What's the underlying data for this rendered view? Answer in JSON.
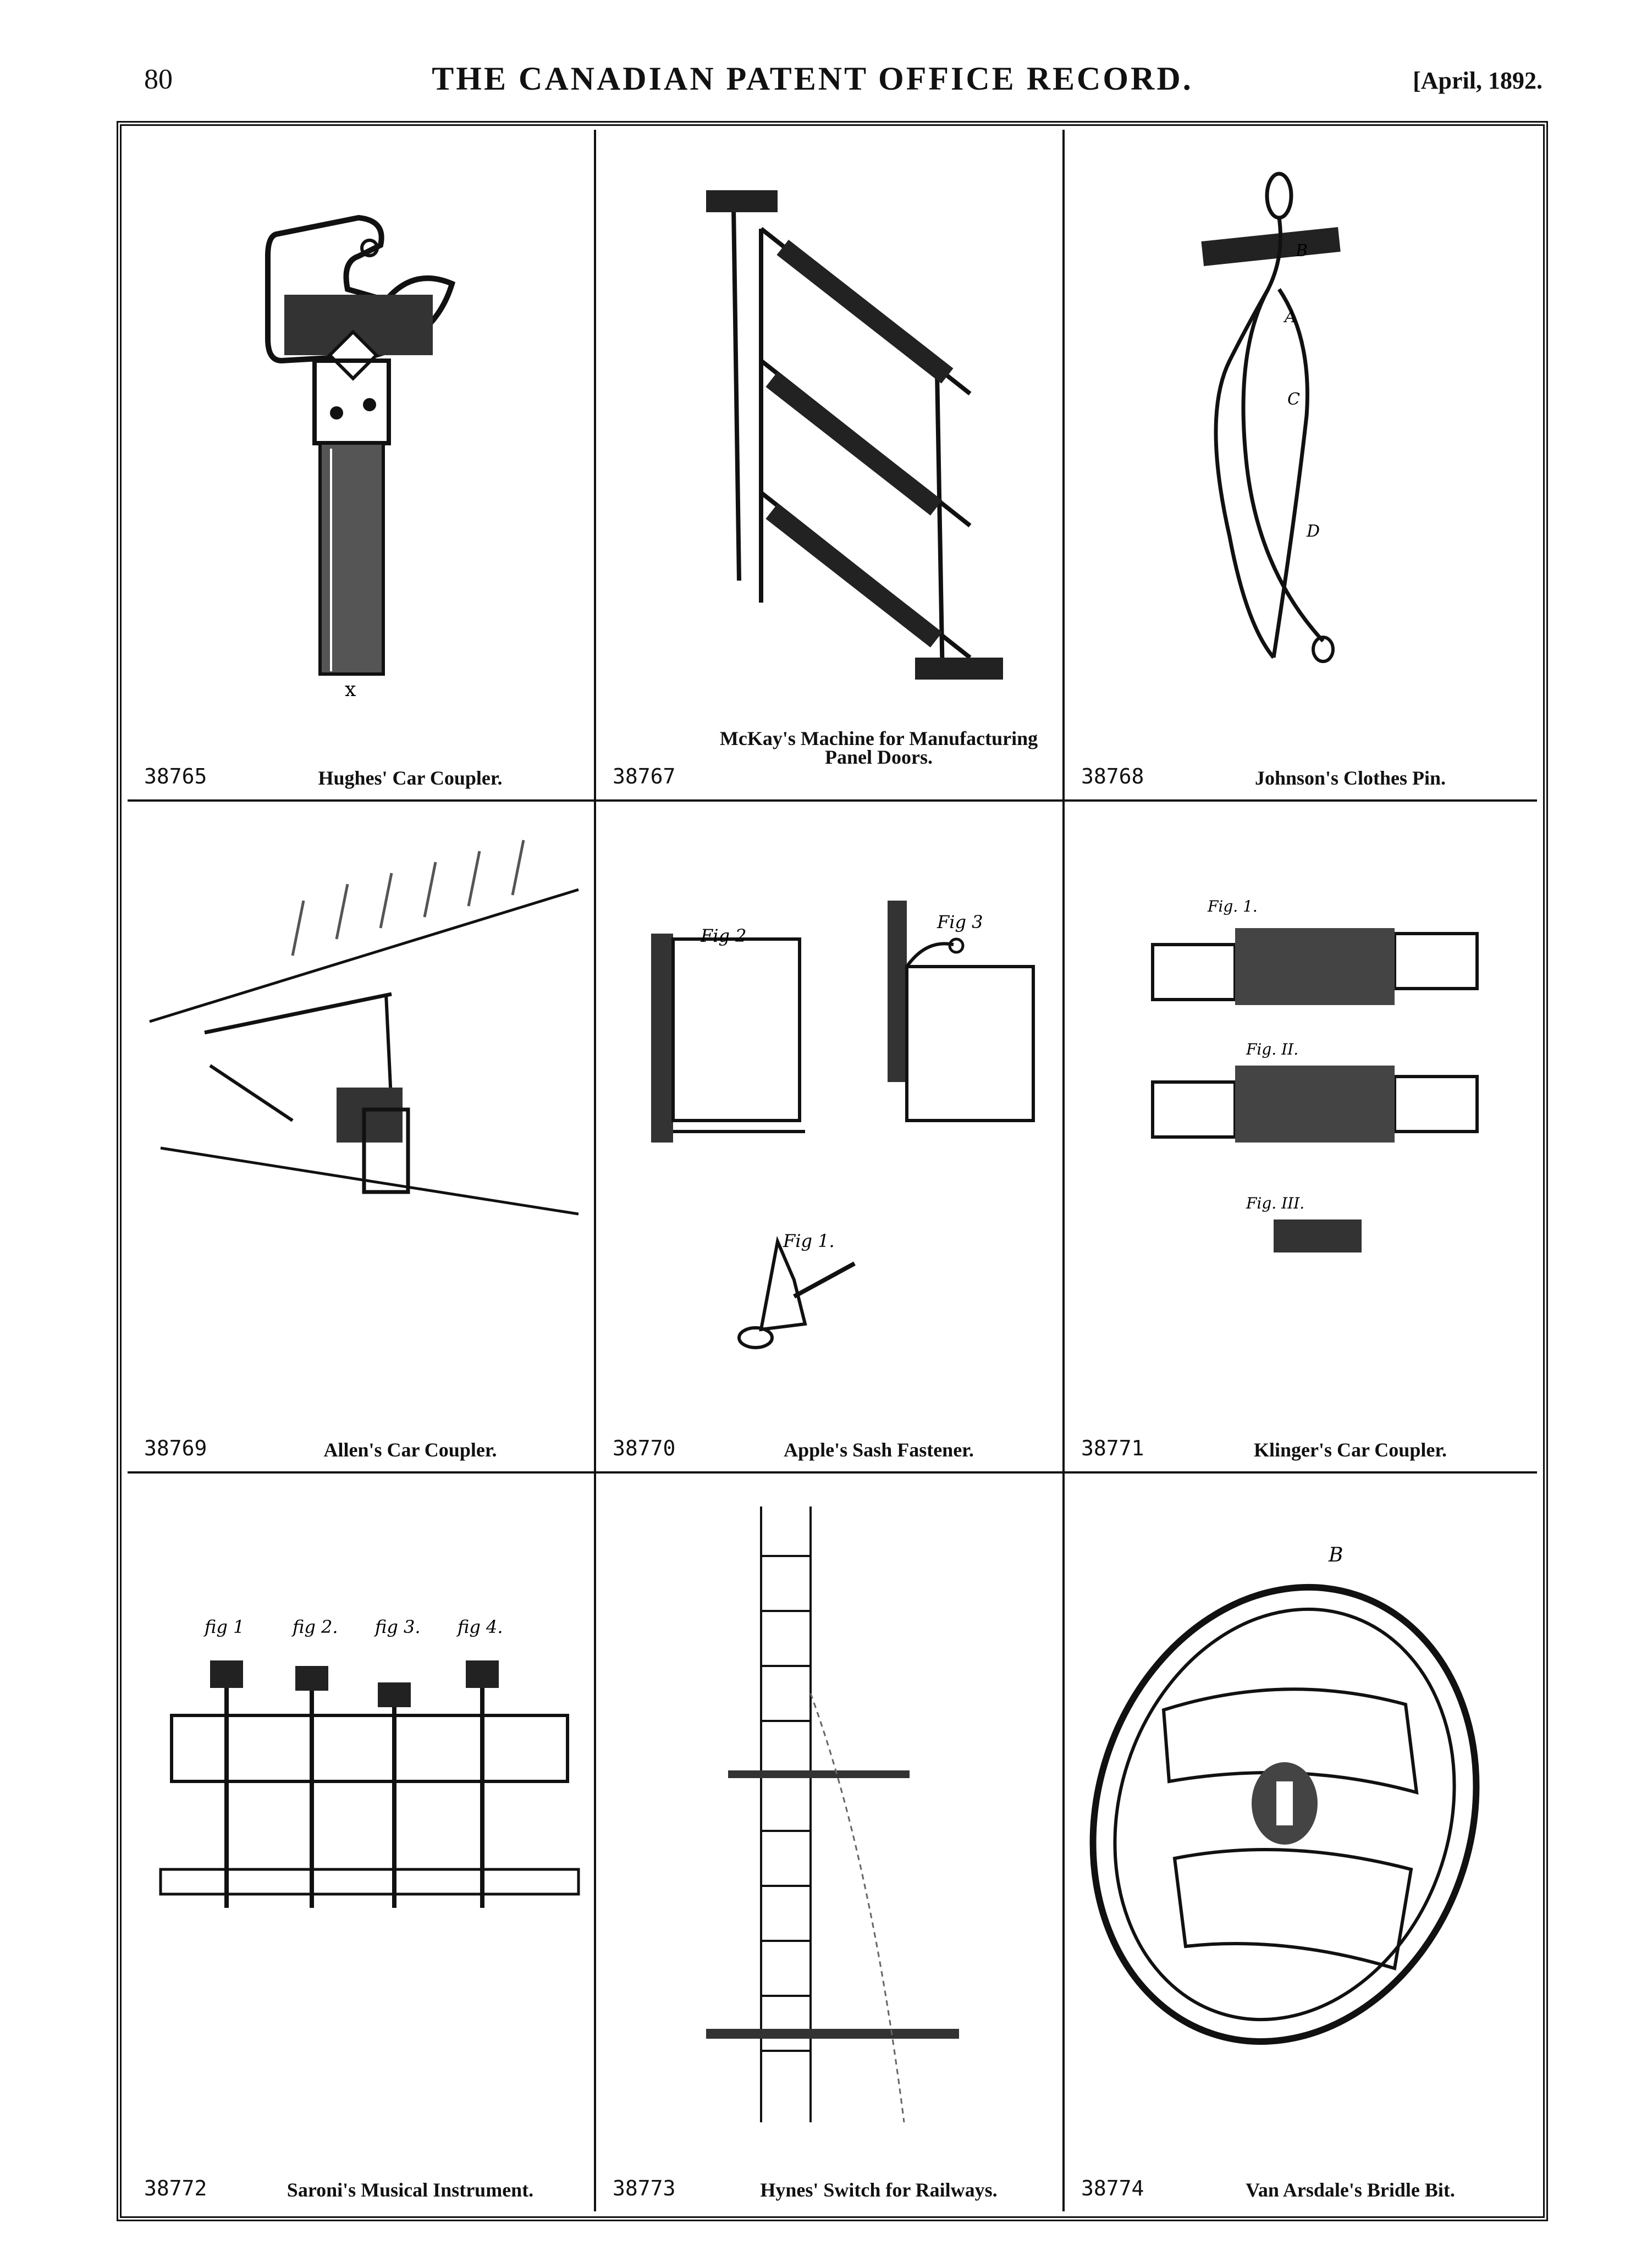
{
  "header": {
    "page_number": "80",
    "title": "THE CANADIAN PATENT OFFICE RECORD.",
    "date": "[April, 1892."
  },
  "patents": [
    {
      "number": "38765",
      "caption": "Hughes' Car Coupler."
    },
    {
      "number": "38767",
      "caption": "McKay's Machine for Manufacturing Panel Doors."
    },
    {
      "number": "38768",
      "caption": "Johnson's Clothes Pin."
    },
    {
      "number": "38769",
      "caption": "Allen's Car Coupler."
    },
    {
      "number": "38770",
      "caption": "Apple's Sash Fastener."
    },
    {
      "number": "38771",
      "caption": "Klinger's Car Coupler."
    },
    {
      "number": "38772",
      "caption": "Saroni's Musical Instrument."
    },
    {
      "number": "38773",
      "caption": "Hynes' Switch for Railways."
    },
    {
      "number": "38774",
      "caption": "Van Arsdale's Bridle Bit."
    }
  ]
}
